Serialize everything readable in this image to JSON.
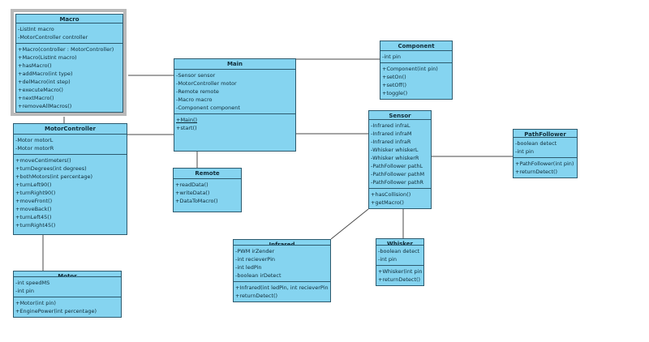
{
  "diagram": {
    "type": "uml-class-diagram",
    "background_color": "#ffffff",
    "box_fill_color": "#85d4f0",
    "box_border_color": "#2d5a6e",
    "connector_color": "#4a4a4a",
    "selection_frame_color": "#b9b9b9"
  },
  "classes": [
    {
      "name": "Macro",
      "selected": true,
      "attributes": [
        "-ListInt macro",
        "-MotorController controller"
      ],
      "methods": [
        "+Macro(controller : MotorController)",
        "+Macro(ListInt macro)",
        "+hasMacro()",
        "+addMacro(int type)",
        "+delMacro(int step)",
        "+executeMacro()",
        "+nextMacro()",
        "+removeAllMacros()"
      ],
      "underlined_method_indexes": []
    },
    {
      "name": "MotorController",
      "selected": false,
      "attributes": [
        "-Motor motorL",
        "-Motor motorR"
      ],
      "methods": [
        "+moveCentimeters()",
        "+turnDegrees(int degrees)",
        "+bothMotors(int percentage)",
        "+turnLeft90()",
        "+turnRight90()",
        "+moveFront()",
        "+moveBack()",
        "+turnLeft45()",
        "+turnRight45()"
      ],
      "underlined_method_indexes": []
    },
    {
      "name": "Motor",
      "selected": false,
      "attributes": [
        "-int speedMS",
        "-int pin"
      ],
      "methods": [
        "+Motor(int pin)",
        "+EnginePower(int percentage)"
      ],
      "underlined_method_indexes": []
    },
    {
      "name": "Main",
      "selected": false,
      "attributes": [
        "-Sensor sensor",
        "-MotorController motor",
        "-Remote remote",
        "-Macro macro",
        "-Component component"
      ],
      "methods": [
        "+Main()",
        "+start()"
      ],
      "underlined_method_indexes": [
        0
      ]
    },
    {
      "name": "Remote",
      "selected": false,
      "attributes": [],
      "methods": [
        "+readData()",
        "+writeData()",
        "+DataToMacro()"
      ],
      "underlined_method_indexes": []
    },
    {
      "name": "Component",
      "selected": false,
      "attributes": [
        "-int pin"
      ],
      "methods": [
        "+Component(int pin)",
        "+setOn()",
        "+setOff()",
        "+toggle()"
      ],
      "underlined_method_indexes": []
    },
    {
      "name": "Sensor",
      "selected": false,
      "attributes": [
        "-Infrared infraL",
        "-Infrared infraM",
        "-Infrared infraR",
        "-Whisker whiskerL",
        "-Whisker whiskerR",
        "-PathFollower pathL",
        "-PathFollower pathM",
        "-PathFollower pathR"
      ],
      "methods": [
        "+hasCollision()",
        "+getMacro()"
      ],
      "underlined_method_indexes": []
    },
    {
      "name": "PathFollower",
      "selected": false,
      "attributes": [
        "-boolean detect",
        "-int pin"
      ],
      "methods": [
        "+PathFollower(int pin)",
        "+returnDetect()"
      ],
      "underlined_method_indexes": []
    },
    {
      "name": "Infrared",
      "selected": false,
      "attributes": [
        "-PWM irZender",
        "-int recieverPin",
        "-int ledPin",
        "-boolean irDetect"
      ],
      "methods": [
        "+Infrared(int ledPin, int recieverPin)",
        "+returnDetect()"
      ],
      "underlined_method_indexes": []
    },
    {
      "name": "Whisker",
      "selected": false,
      "attributes": [
        "-boolean detect",
        "-int pin"
      ],
      "methods": [
        "+Whisker(int pin)",
        "+returnDetect()"
      ],
      "underlined_method_indexes": []
    }
  ],
  "connectors": [
    {
      "name": "association-macro-main"
    },
    {
      "name": "association-macro-motorcontroller"
    },
    {
      "name": "association-motorcontroller-main"
    },
    {
      "name": "association-motorcontroller-motor"
    },
    {
      "name": "association-main-remote"
    },
    {
      "name": "association-main-component"
    },
    {
      "name": "association-main-sensor"
    },
    {
      "name": "association-sensor-pathfollower"
    },
    {
      "name": "association-sensor-infrared"
    },
    {
      "name": "association-sensor-whisker"
    }
  ]
}
